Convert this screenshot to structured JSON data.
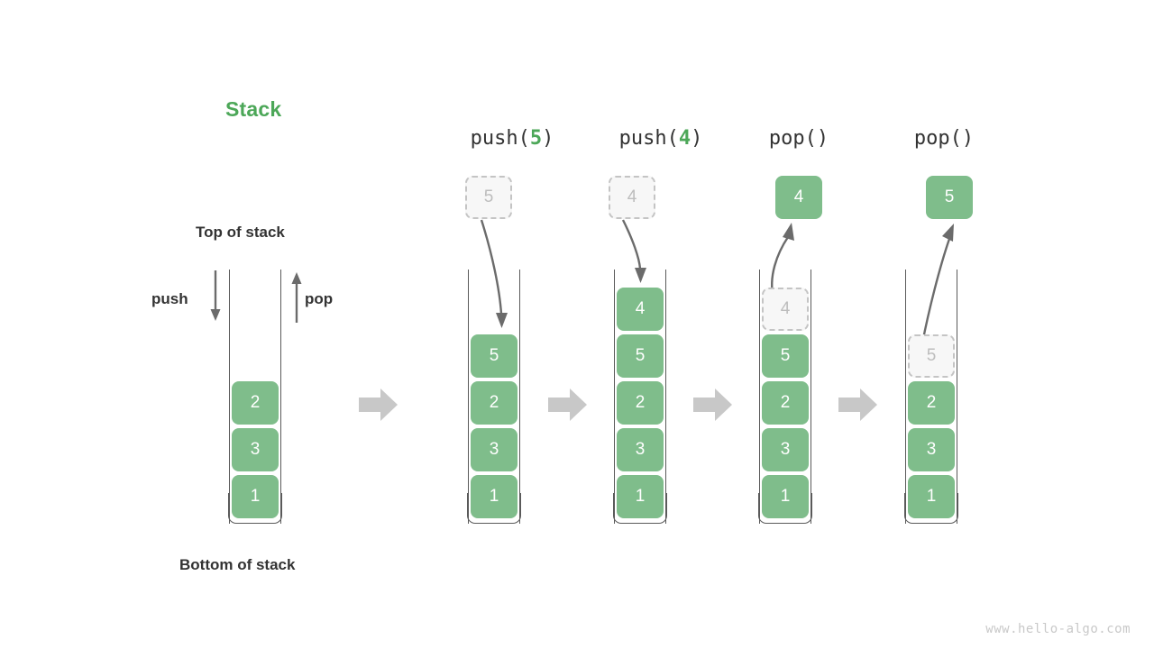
{
  "meta": {
    "title": "Stack",
    "watermark": "www.hello-algo.com",
    "accent_green": "#4ca758",
    "cell_green": "#7fbd8b",
    "ghost_gray": "#bdbdbd",
    "arrow_gray": "#6b6b6b",
    "block_arrow_gray": "#c8c8c8",
    "text_dark": "#333333"
  },
  "labels": {
    "top_of_stack": "Top of stack",
    "bottom_of_stack": "Bottom of stack",
    "push": "push",
    "pop": "pop"
  },
  "stacks": [
    {
      "name": "initial",
      "op_prefix": "",
      "op_arg": "",
      "op_suffix": "",
      "floating": null,
      "cells": [
        {
          "value": "2",
          "state": "solid"
        },
        {
          "value": "3",
          "state": "solid"
        },
        {
          "value": "1",
          "state": "solid"
        }
      ]
    },
    {
      "name": "push-5",
      "op_prefix": "push(",
      "op_arg": "5",
      "op_suffix": ")",
      "floating": {
        "value": "5",
        "state": "ghost",
        "direction": "down"
      },
      "cells": [
        {
          "value": "5",
          "state": "solid"
        },
        {
          "value": "2",
          "state": "solid"
        },
        {
          "value": "3",
          "state": "solid"
        },
        {
          "value": "1",
          "state": "solid"
        }
      ]
    },
    {
      "name": "push-4",
      "op_prefix": "push(",
      "op_arg": "4",
      "op_suffix": ")",
      "floating": {
        "value": "4",
        "state": "ghost",
        "direction": "down"
      },
      "cells": [
        {
          "value": "4",
          "state": "solid"
        },
        {
          "value": "5",
          "state": "solid"
        },
        {
          "value": "2",
          "state": "solid"
        },
        {
          "value": "3",
          "state": "solid"
        },
        {
          "value": "1",
          "state": "solid"
        }
      ]
    },
    {
      "name": "pop-4",
      "op_prefix": "pop(",
      "op_arg": "",
      "op_suffix": ")",
      "floating": {
        "value": "4",
        "state": "solid",
        "direction": "up"
      },
      "cells": [
        {
          "value": "4",
          "state": "ghost"
        },
        {
          "value": "5",
          "state": "solid"
        },
        {
          "value": "2",
          "state": "solid"
        },
        {
          "value": "3",
          "state": "solid"
        },
        {
          "value": "1",
          "state": "solid"
        }
      ]
    },
    {
      "name": "pop-5",
      "op_prefix": "pop(",
      "op_arg": "",
      "op_suffix": ")",
      "floating": {
        "value": "5",
        "state": "solid",
        "direction": "up"
      },
      "cells": [
        {
          "value": "5",
          "state": "ghost"
        },
        {
          "value": "2",
          "state": "solid"
        },
        {
          "value": "3",
          "state": "solid"
        },
        {
          "value": "1",
          "state": "solid"
        }
      ]
    }
  ]
}
